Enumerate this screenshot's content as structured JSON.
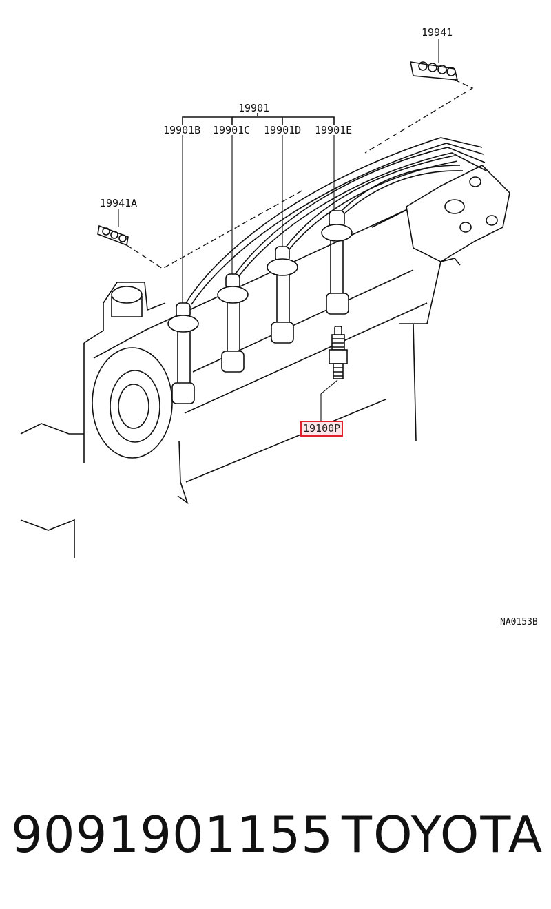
{
  "diagram": {
    "callouts": {
      "clamp_top": "19941",
      "wire_set": "19901",
      "wire_b": "19901B",
      "wire_c": "19901C",
      "wire_d": "19901D",
      "wire_e": "19901E",
      "clamp_left": "19941A",
      "spark_plug": "19100P"
    },
    "drawing_code": "NA0153B",
    "highlight_color": "#e0202a"
  },
  "footer": {
    "part_number": "9091901155",
    "brand": "TOYOTA"
  }
}
